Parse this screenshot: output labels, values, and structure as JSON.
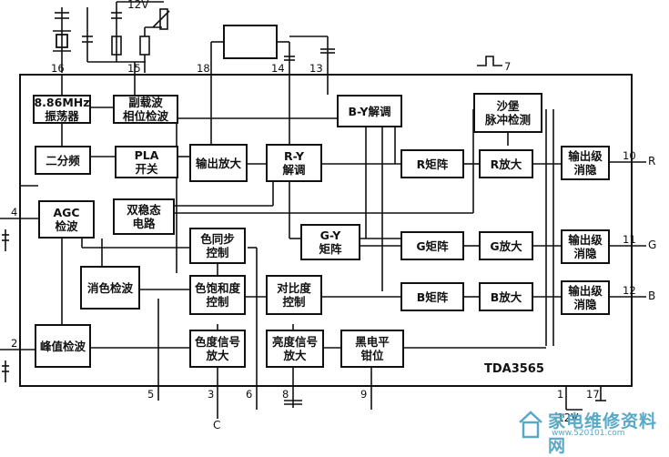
{
  "title": "TDA3565",
  "supply": {
    "top": "12V",
    "bottom": "12V"
  },
  "pulse_pin": "7",
  "blocks": {
    "osc": [
      "8.86MHz",
      "振荡器"
    ],
    "subcarrier_phase": [
      "副载波",
      "相位检波"
    ],
    "div2": [
      "二分频"
    ],
    "pla": [
      "PLA",
      "开关"
    ],
    "out_amp": [
      "输出放大"
    ],
    "ry": [
      "R-Y",
      "解调"
    ],
    "by": [
      "B-Y解调"
    ],
    "sandcastle": [
      "沙堡",
      "脉冲检测"
    ],
    "agc": [
      "AGC",
      "检波"
    ],
    "bistable": [
      "双稳态",
      "电路"
    ],
    "color_sync": [
      "色同步",
      "控制"
    ],
    "gy": [
      "G-Y",
      "矩阵"
    ],
    "r_matrix": [
      "R矩阵"
    ],
    "g_matrix": [
      "G矩阵"
    ],
    "b_matrix": [
      "B矩阵"
    ],
    "r_amp": [
      "R放大"
    ],
    "g_amp": [
      "G放大"
    ],
    "b_amp": [
      "B放大"
    ],
    "out_blank_r": [
      "输出级",
      "消隐"
    ],
    "out_blank_g": [
      "输出级",
      "消隐"
    ],
    "out_blank_b": [
      "输出级",
      "消隐"
    ],
    "killer": [
      "消色检波"
    ],
    "saturation": [
      "色饱和度",
      "控制"
    ],
    "contrast": [
      "对比度",
      "控制"
    ],
    "peak": [
      "峰值检波"
    ],
    "chroma_amp": [
      "色度信号",
      "放大"
    ],
    "luma_amp": [
      "亮度信号",
      "放大"
    ],
    "black_clamp": [
      "黑电平",
      "钳位"
    ]
  },
  "pins": {
    "p16": "16",
    "p15": "15",
    "p18": "18",
    "p14": "14",
    "p13": "13",
    "p4": "4",
    "p2": "2",
    "p5": "5",
    "p3": "3",
    "p6": "6",
    "p8": "8",
    "p9": "9",
    "p1": "1",
    "p17": "17",
    "p10": "10",
    "p11": "11",
    "p12": "12"
  },
  "outputs": {
    "r": "R",
    "g": "G",
    "b": "B",
    "c": "C"
  },
  "watermark": {
    "main": "家电维修资料网",
    "url": "www.520101.com"
  }
}
